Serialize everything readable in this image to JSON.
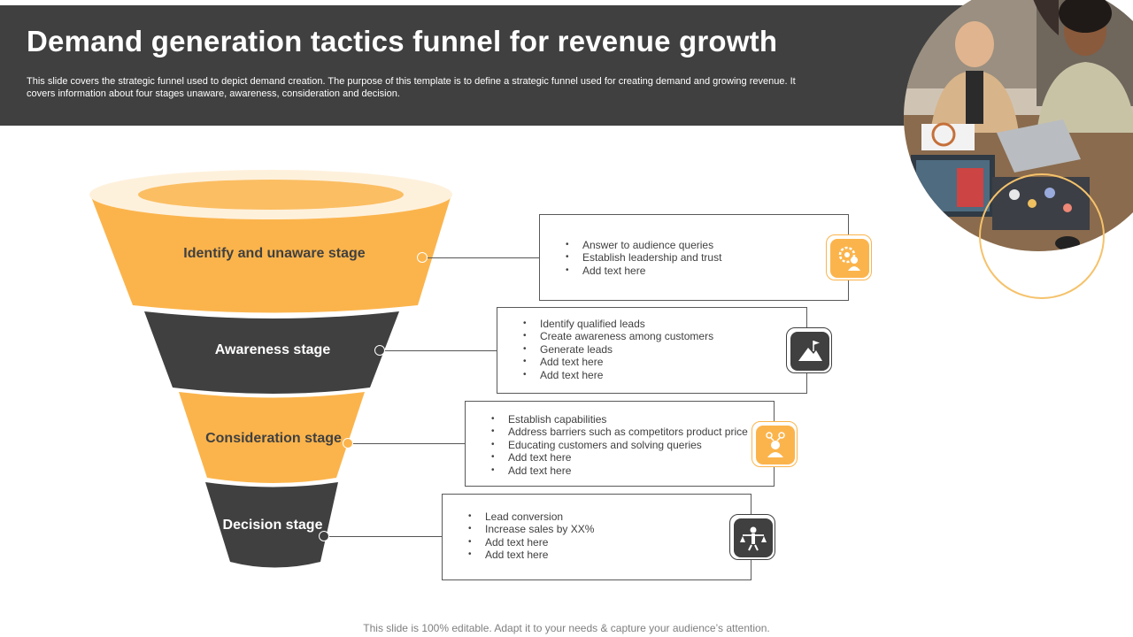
{
  "header": {
    "title": "Demand generation tactics funnel for revenue growth",
    "subtitle": "This slide covers the strategic funnel used to depict demand creation. The purpose of this template is to define a strategic funnel used for creating demand and growing revenue. It covers information about four stages unaware, awareness, consideration and decision."
  },
  "colors": {
    "accent": "#FBB44C",
    "dark": "#404040",
    "header_bg": "#404040",
    "ring": "#F5C26B"
  },
  "stages": [
    {
      "label": "Identify and unaware stage",
      "icon": "audience-settings-icon",
      "bullets": [
        "Answer to audience queries",
        "Establish leadership and trust",
        "Add text here"
      ]
    },
    {
      "label": "Awareness stage",
      "icon": "mountain-flag-icon",
      "bullets": [
        "Identify qualified leads",
        "Create awareness among customers",
        "Generate leads",
        "Add text here",
        "Add text here"
      ]
    },
    {
      "label": "Consideration stage",
      "icon": "person-ideas-icon",
      "bullets": [
        "Establish capabilities",
        "Address barriers such as competitors product price",
        "Educating customers and solving queries",
        "Add text here",
        "Add text here"
      ]
    },
    {
      "label": "Decision stage",
      "icon": "balance-scale-person-icon",
      "bullets": [
        "Lead conversion",
        "Increase sales by XX%",
        "Add text here",
        "Add text here"
      ]
    }
  ],
  "footer": {
    "note": "This slide is 100% editable. Adapt it to your needs & capture your audience’s attention."
  }
}
